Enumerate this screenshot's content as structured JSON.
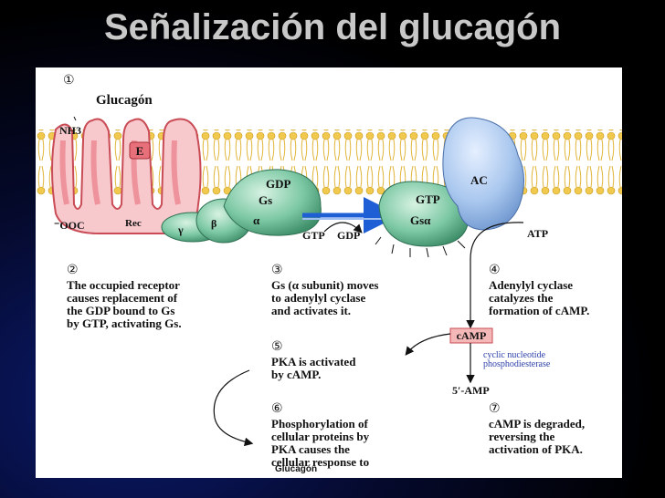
{
  "title": "Señalización del glucagón",
  "caption": "Glucagón",
  "labels": {
    "glucagon": "Glucagón",
    "nh3": "NH3",
    "ooc": "⁻OOC",
    "e": "E",
    "rec": "Rec",
    "gdp": "GDP",
    "gs": "Gs",
    "alpha": "α",
    "beta": "β",
    "gamma": "γ",
    "gtp": "GTP",
    "gsa": "Gsα",
    "ac": "AC",
    "gtp_in": "GTP",
    "gdp_out": "GDP",
    "atp": "ATP",
    "camp": "cAMP",
    "pde1": "cyclic nucleotide",
    "pde2": "phosphodiesterase",
    "amp": "5′-AMP"
  },
  "steps": [
    {
      "num": "①",
      "lines": []
    },
    {
      "num": "②",
      "lines": [
        "The occupied receptor",
        "causes replacement of",
        "the GDP bound to Gs",
        "by GTP, activating Gs."
      ]
    },
    {
      "num": "③",
      "lines": [
        "Gs (α subunit) moves",
        "to adenylyl cyclase",
        "and activates it."
      ]
    },
    {
      "num": "④",
      "lines": [
        "Adenylyl cyclase",
        "catalyzes the",
        "formation of cAMP."
      ]
    },
    {
      "num": "⑤",
      "lines": [
        "PKA is activated",
        "by cAMP."
      ]
    },
    {
      "num": "⑥",
      "lines": [
        "Phosphorylation of",
        "cellular proteins by",
        "PKA causes the",
        "cellular response to"
      ]
    },
    {
      "num": "⑦",
      "lines": [
        "cAMP is degraded,",
        "reversing the",
        "activation of PKA."
      ]
    }
  ],
  "colors": {
    "receptor": "#e8707a",
    "receptor_light": "#f7c9cd",
    "gprotein": "#7cc8a4",
    "gprotein_dark": "#3f8f6a",
    "ac": "#a9c7ee",
    "membrane": "#f3d870",
    "arrow_blue": "#1f5fd6",
    "camp_bg": "#f4b8b8",
    "pde_text": "#2b3fa8"
  }
}
